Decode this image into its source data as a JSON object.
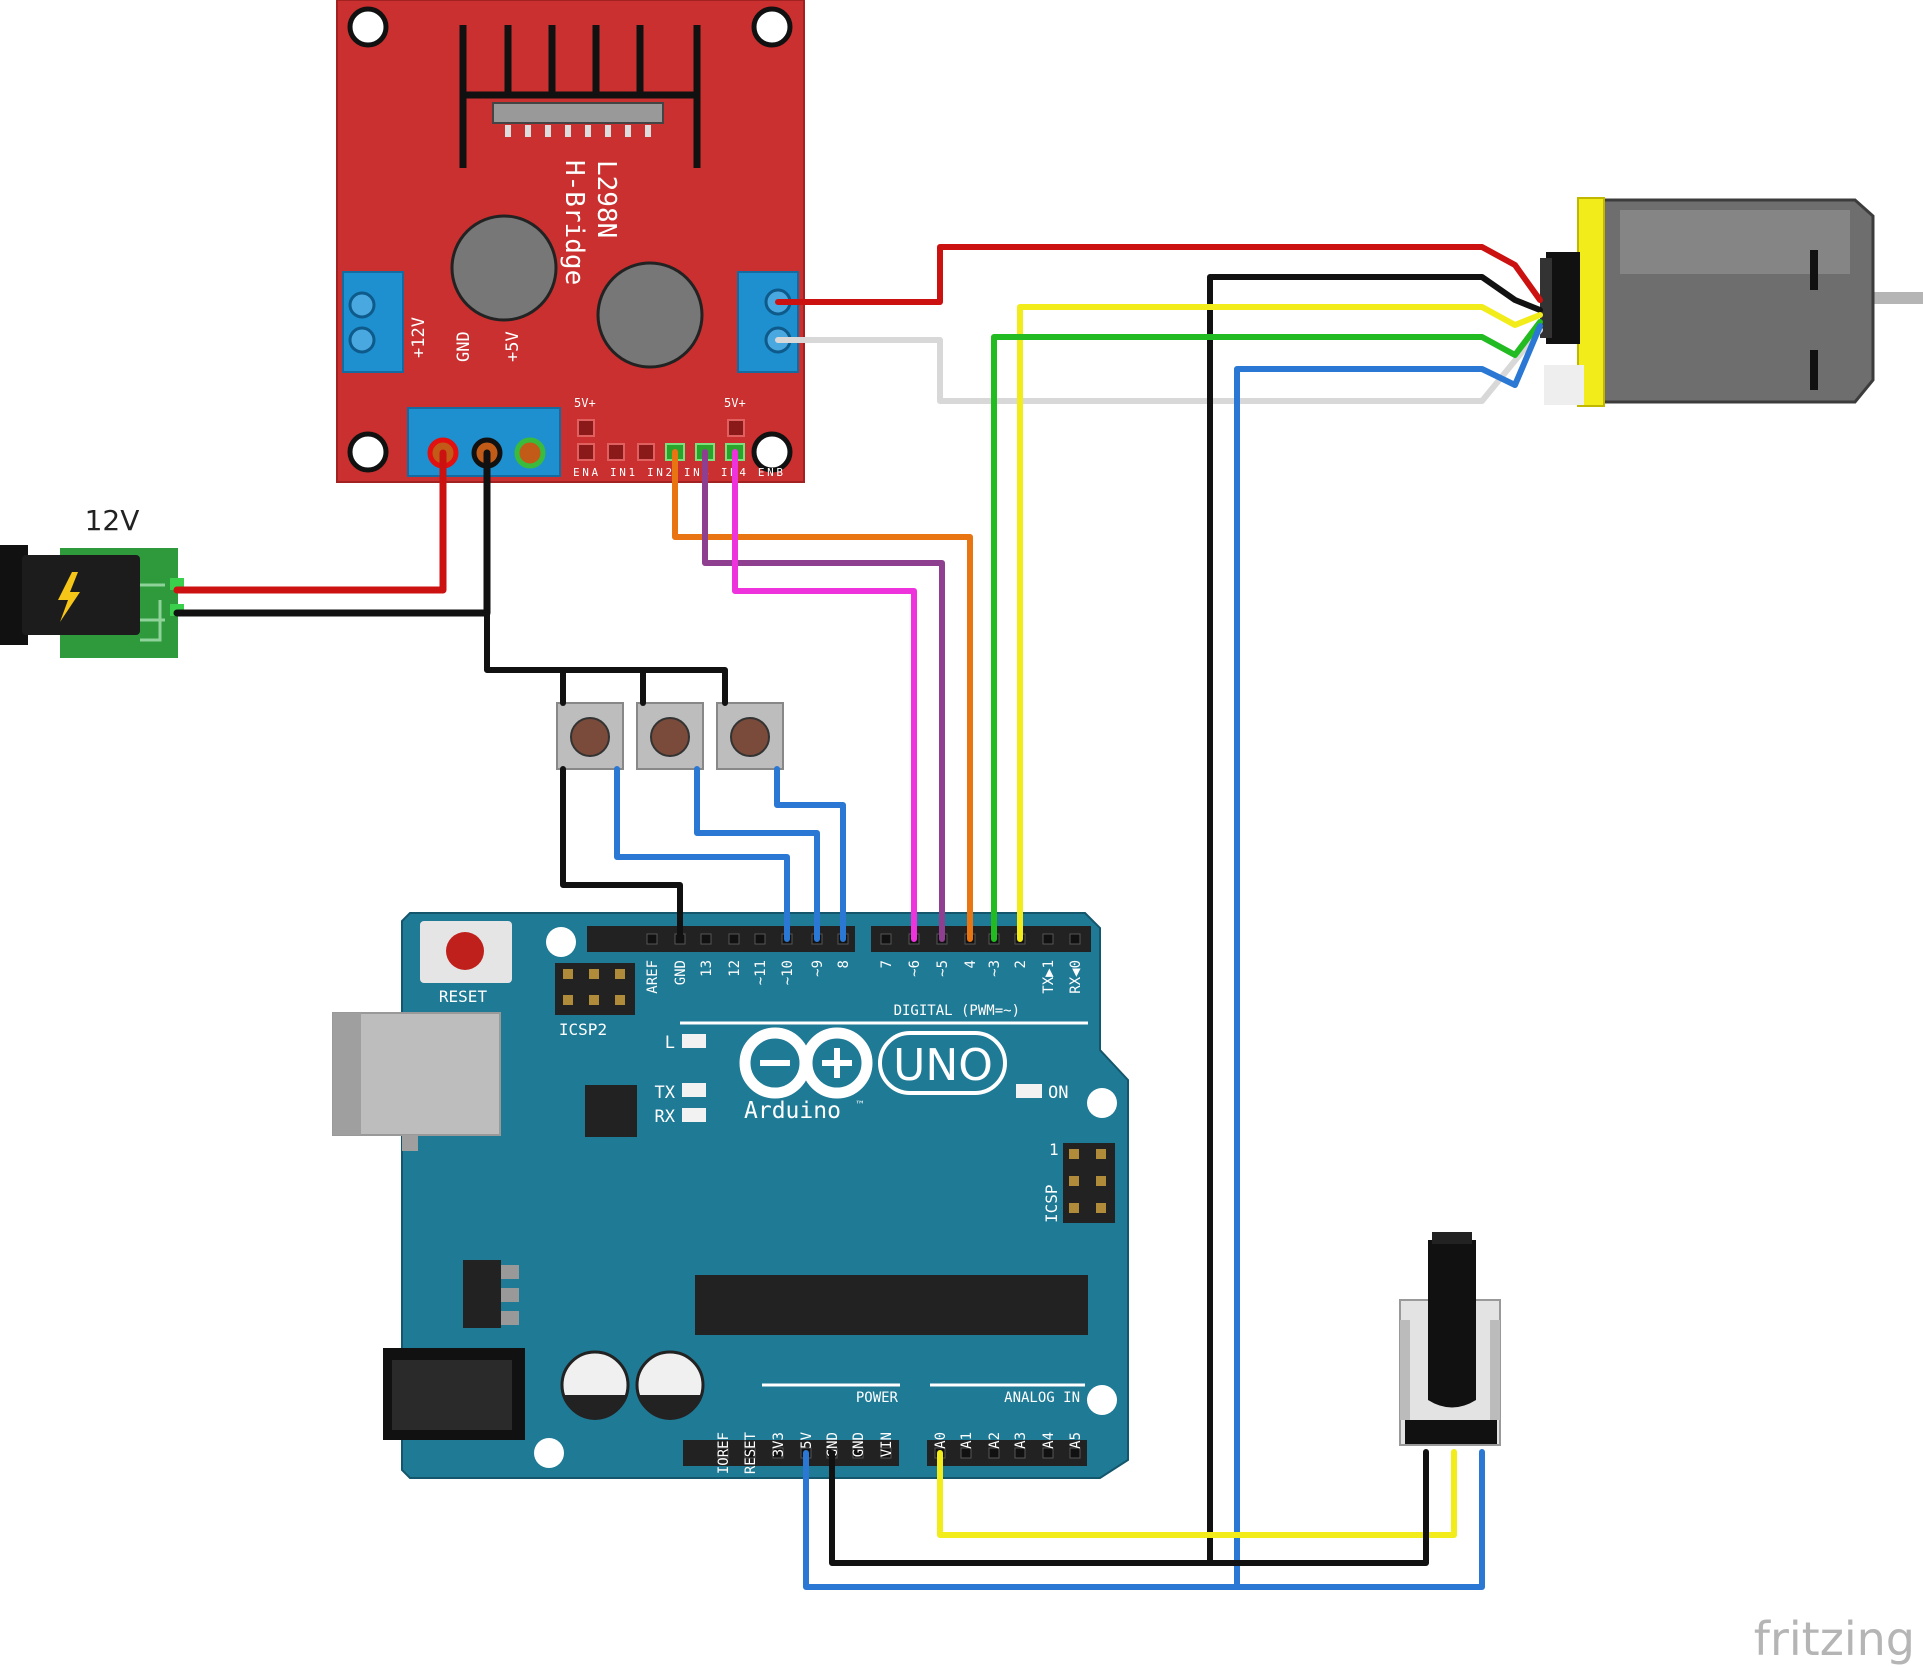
{
  "colors": {
    "l298n_board": "#c9302f",
    "arduino_board": "#1f7a96",
    "terminal_blue": "#1e90d0",
    "dc_jack_pcb": "#2e9a3c",
    "motor_body": "#6e6e6e",
    "motor_cap": "#f2ec1b",
    "wire_red": "#cc1111",
    "wire_black": "#111111",
    "wire_yellow": "#f2ec1b",
    "wire_green": "#22bb22",
    "wire_blue": "#2a78d4",
    "wire_white": "#d8d8d8",
    "wire_orange": "#e87412",
    "wire_purple": "#8e3f90",
    "wire_magenta": "#ee33dd"
  },
  "power": {
    "label": "12V",
    "icon": "lightning-bolt-icon"
  },
  "l298n": {
    "name": "L298N",
    "subtitle": "H-Bridge",
    "pin_12v": "+12V",
    "pin_gnd": "GND",
    "pin_5v": "+5V",
    "jumper_5v_left": "5V+",
    "jumper_5v_right": "5V+",
    "header_labels": "ENA IN1 IN2 IN3 IN4 ENB"
  },
  "arduino": {
    "reset_label": "RESET",
    "icsp2_label": "ICSP2",
    "icsp_label": "ICSP",
    "icsp_pin1": "1",
    "digital_pins": [
      "AREF",
      "GND",
      "13",
      "12",
      "~11",
      "~10",
      "~9",
      "8",
      "7",
      "~6",
      "~5",
      "4",
      "~3",
      "2",
      "TX▶1",
      "RX◀0"
    ],
    "digital_label": "DIGITAL (PWM=~)",
    "led_l": "L",
    "led_tx": "TX",
    "led_rx": "RX",
    "led_on": "ON",
    "logo_text": "UNO",
    "brand": "Arduino",
    "trademark": "™",
    "power_pins": [
      "IOREF",
      "RESET",
      "3V3",
      "5V",
      "GND",
      "GND",
      "VIN"
    ],
    "power_label": "POWER",
    "analog_pins": [
      "A0",
      "A1",
      "A2",
      "A3",
      "A4",
      "A5"
    ],
    "analog_label": "ANALOG IN"
  },
  "watermark": "fritzing"
}
